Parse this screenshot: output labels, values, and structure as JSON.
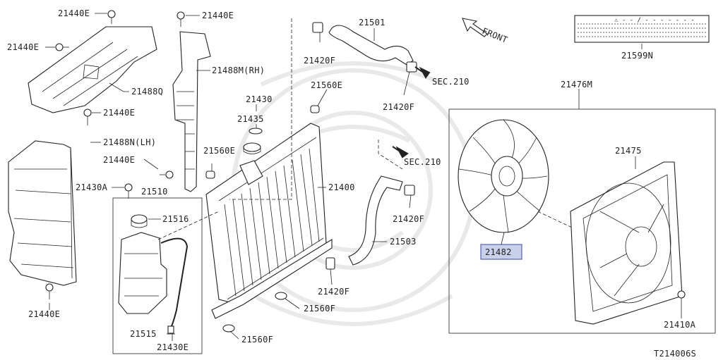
{
  "diagram": {
    "direction": "FRONT",
    "code": "T214006S",
    "labels": {
      "p21440E_tl": "21440E",
      "p21440E_ml": "21440E",
      "p21440E_tm": "21440E",
      "p21440E_c1": "21440E",
      "p21440E_c2": "21440E",
      "p21440E_bl": "21440E",
      "p21488Q": "21488Q",
      "p21488N": "21488N(LH)",
      "p21488M": "21488M(RH)",
      "p21430A": "21430A",
      "p21510": "21510",
      "p21516": "21516",
      "p21515": "21515",
      "p21430E": "21430E",
      "p21430": "21430",
      "p21435": "21435",
      "p21560E_a": "21560E",
      "p21560E_b": "21560E",
      "p21560F_a": "21560F",
      "p21560F_b": "21560F",
      "p21400": "21400",
      "p21420F_a": "21420F",
      "p21420F_b": "21420F",
      "p21420F_c": "21420F",
      "p21420F_d": "21420F",
      "p21501": "21501",
      "p21503": "21503",
      "sec210_a": "SEC.210",
      "sec210_b": "SEC.210",
      "p21599N": "21599N",
      "p21476M": "21476M",
      "p21475": "21475",
      "p21482": "21482",
      "p21410A": "21410A"
    },
    "caution_label": "⚠ - - / - - - - - - -",
    "highlight_color": "#c9d0ea"
  }
}
